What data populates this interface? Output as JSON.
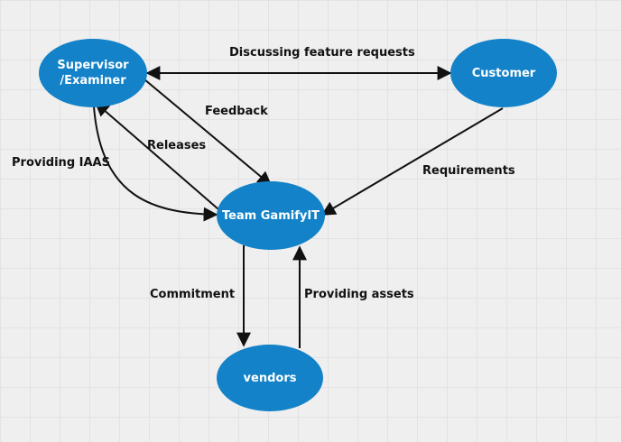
{
  "colors": {
    "node_fill": "#1382c8",
    "edge": "#111111",
    "background": "#efefef",
    "grid": "#e3e3e3"
  },
  "nodes": {
    "supervisor": {
      "label": "Supervisor\n/Examiner"
    },
    "customer": {
      "label": "Customer"
    },
    "team": {
      "label": "Team GamifyIT"
    },
    "vendors": {
      "label": "vendors"
    }
  },
  "edges": {
    "discussing": "Discussing feature requests",
    "feedback": "Feedback",
    "releases": "Releases",
    "providing_iaas": "Providing IAAS",
    "requirements": "Requirements",
    "commitment": "Commitment",
    "providing_assets": "Providing assets"
  }
}
